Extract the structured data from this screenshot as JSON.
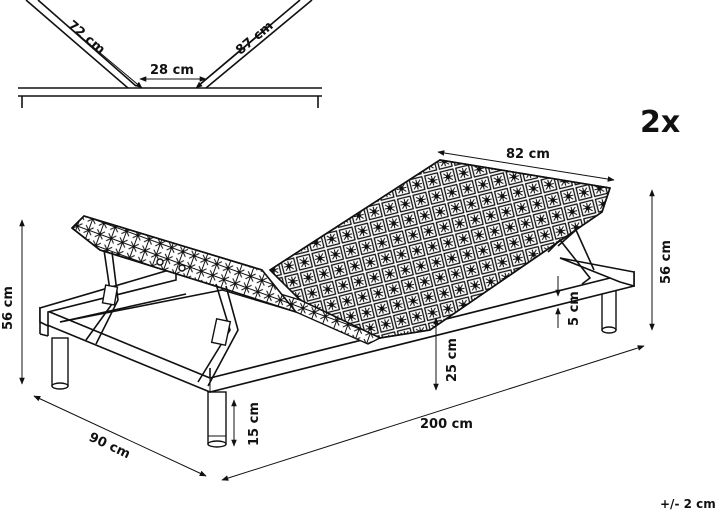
{
  "profile": {
    "left_section": "72 cm",
    "middle_section": "28 cm",
    "right_section": "87 cm"
  },
  "quantity": "2x",
  "dimensions": {
    "head_width": "82 cm",
    "height_right": "56 cm",
    "height_left": "56 cm",
    "lift_gap": "5 cm",
    "frame_clearance": "25 cm",
    "leg_height": "15 cm",
    "width": "90 cm",
    "length": "200 cm"
  },
  "tolerance": "+/- 2 cm"
}
